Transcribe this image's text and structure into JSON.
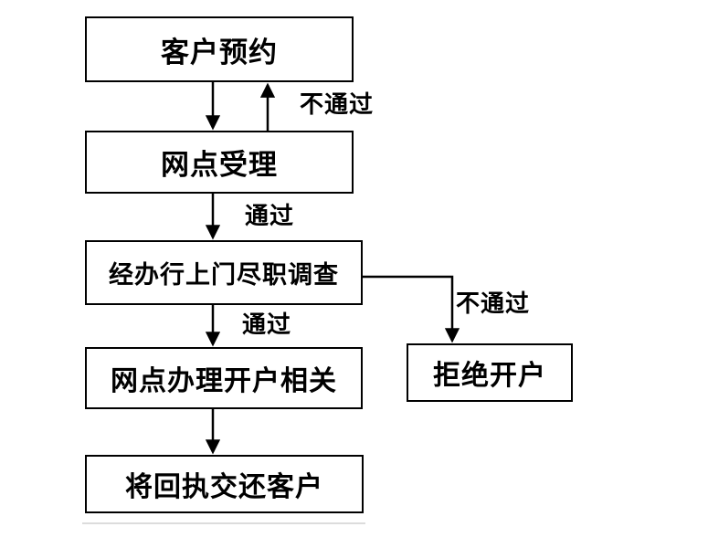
{
  "flowchart": {
    "background_color": "#ffffff",
    "line_color": "#000000",
    "box_border_color": "#000000",
    "text_color": "#000000",
    "nodes": [
      {
        "id": "customer-appointment",
        "label": "客户预约"
      },
      {
        "id": "branch-acceptance",
        "label": "网点受理"
      },
      {
        "id": "onsite-due-diligence",
        "label": "经办行上门尽职调查"
      },
      {
        "id": "branch-account-opening",
        "label": "网点办理开户相关"
      },
      {
        "id": "return-receipt",
        "label": "将回执交还客户"
      },
      {
        "id": "refuse-account-opening",
        "label": "拒绝开户"
      }
    ],
    "edge_labels": [
      {
        "id": "acceptance-fail-back-to-appointment",
        "label": "不通过"
      },
      {
        "id": "acceptance-pass",
        "label": "通过"
      },
      {
        "id": "diligence-pass",
        "label": "通过"
      },
      {
        "id": "diligence-fail",
        "label": "不通过"
      }
    ]
  }
}
